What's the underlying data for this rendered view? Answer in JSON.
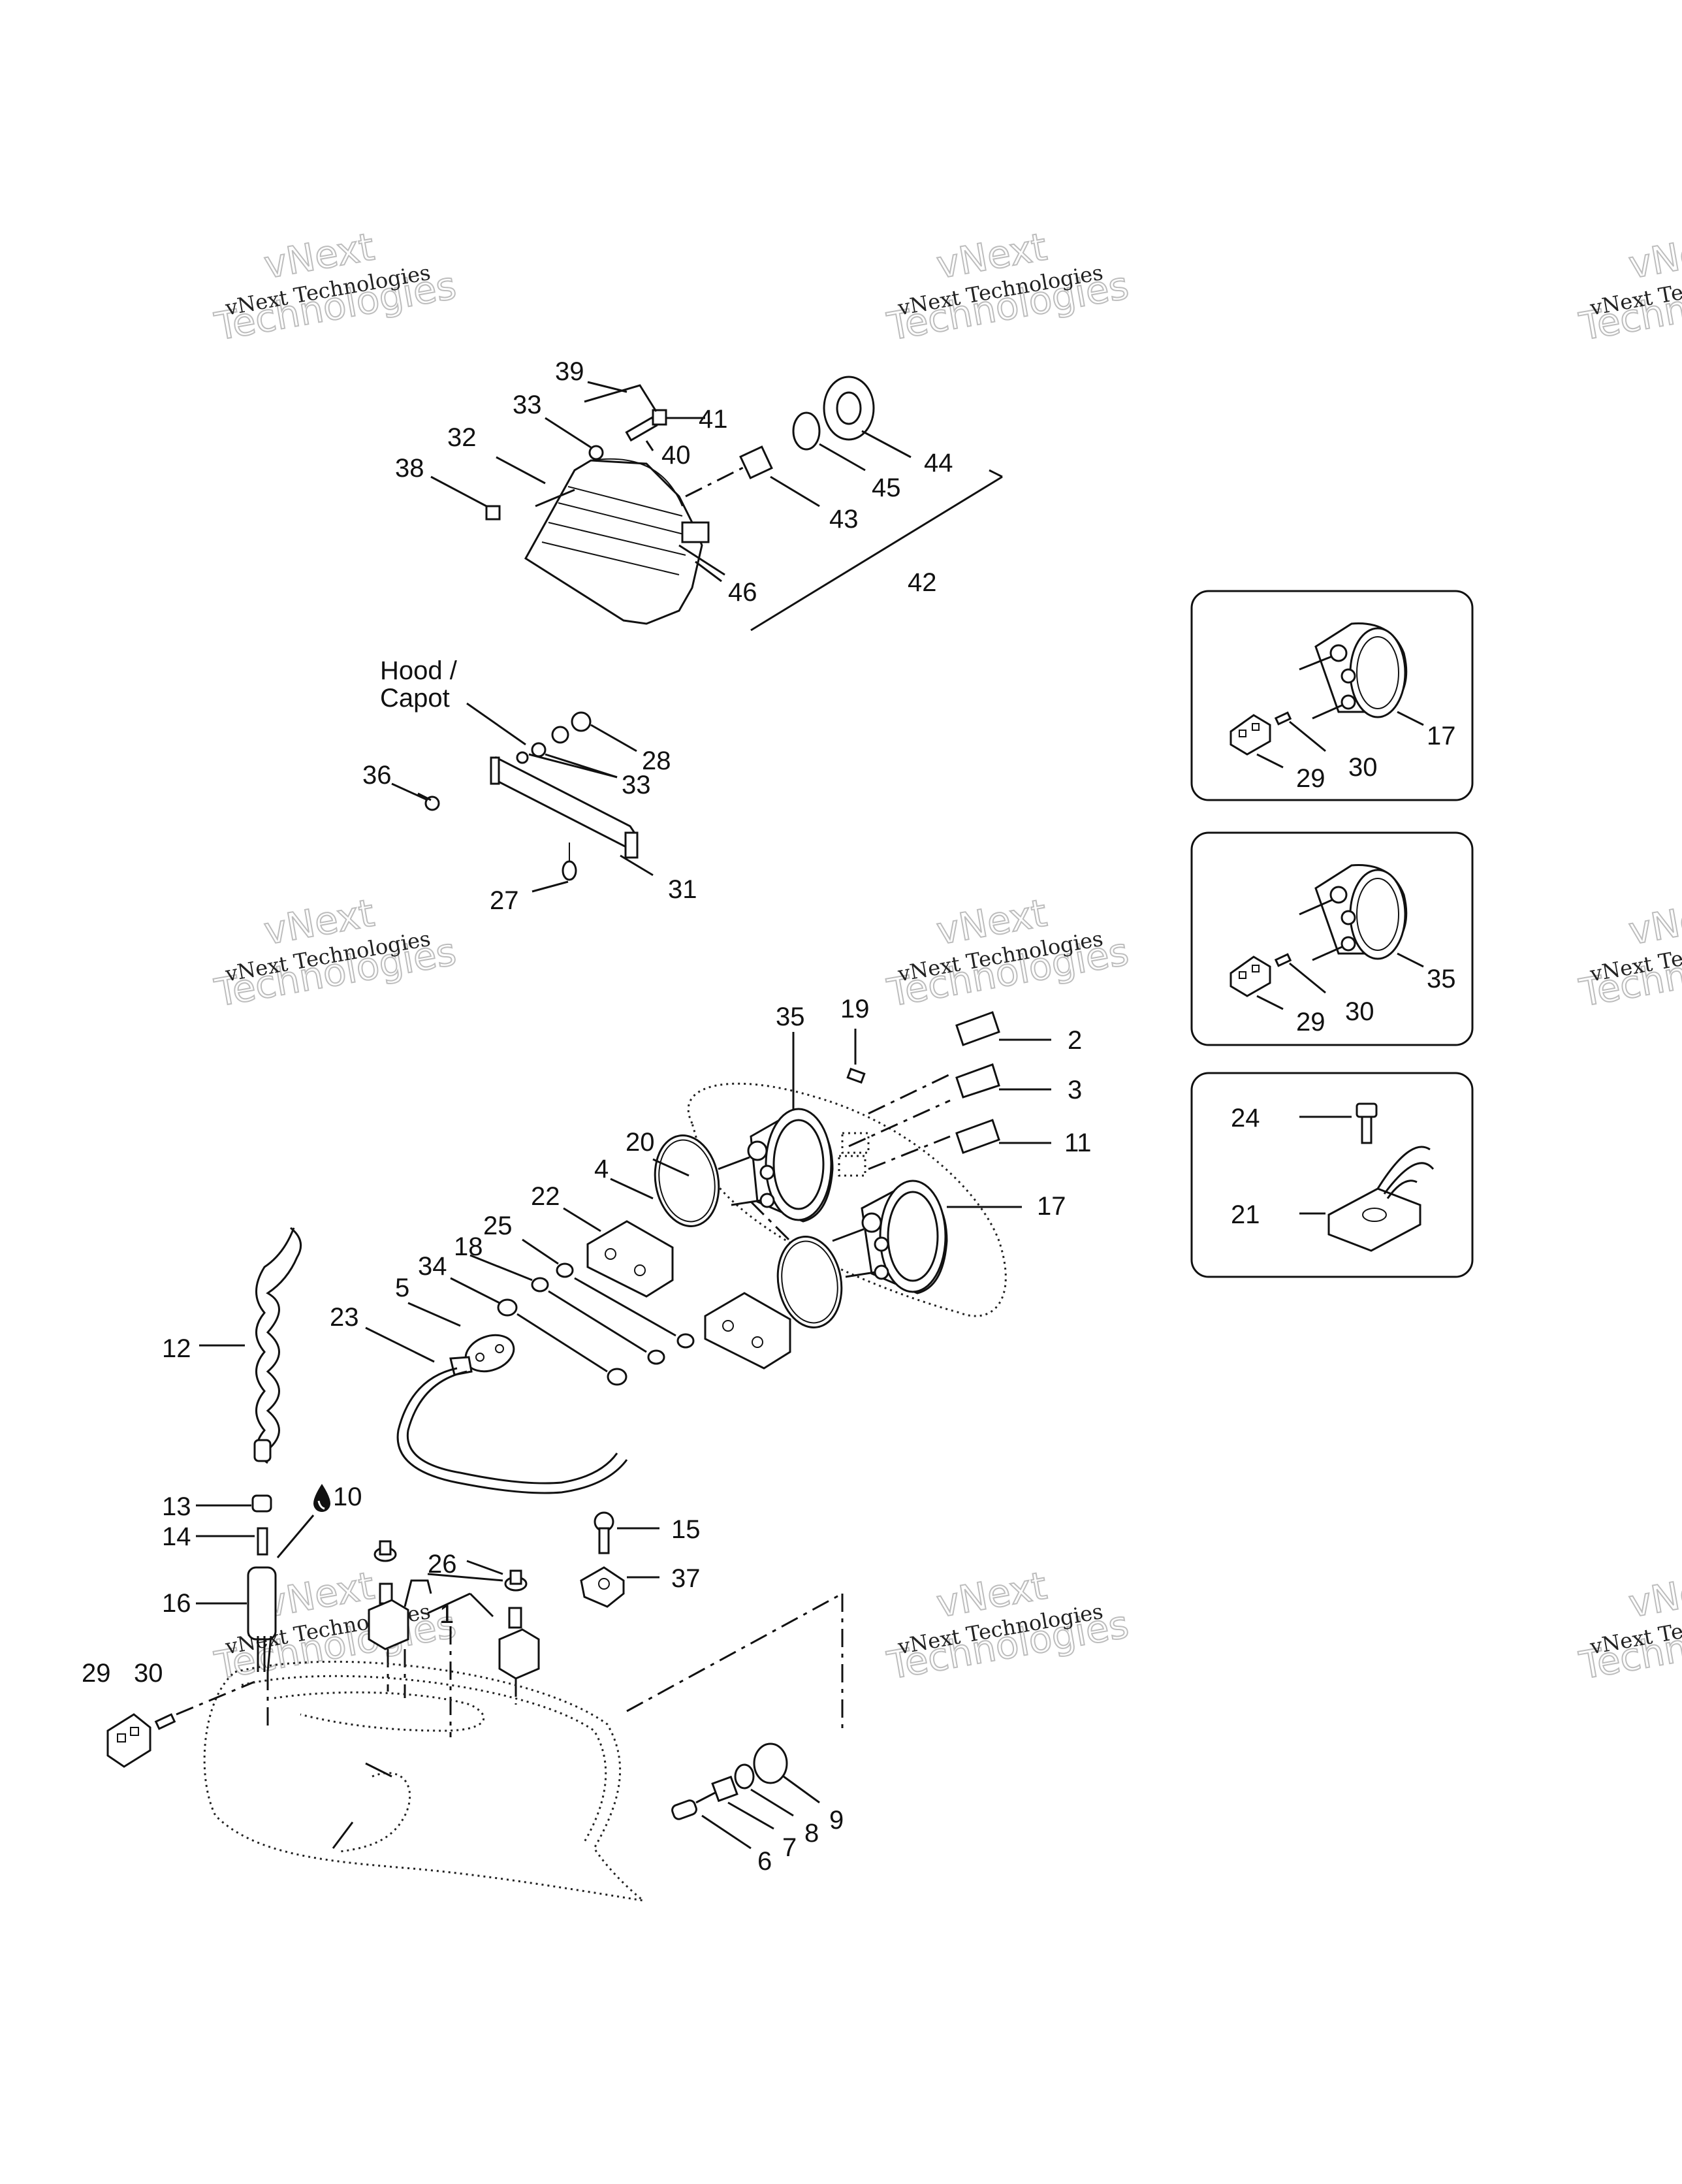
{
  "watermark": {
    "line1": "vNext Technologies",
    "line2": "vNext",
    "line3": "Technologies"
  },
  "hood_note": {
    "line1": "Hood /",
    "line2": "Capot"
  },
  "callouts": {
    "c1": "1",
    "c2": "2",
    "c3": "3",
    "c4": "4",
    "c5": "5",
    "c6": "6",
    "c7": "7",
    "c8": "8",
    "c9": "9",
    "c10": "10",
    "c11": "11",
    "c12": "12",
    "c13": "13",
    "c14": "14",
    "c15": "15",
    "c16": "16",
    "c17": "17",
    "c18": "18",
    "c19": "19",
    "c20": "20",
    "c21": "21",
    "c22": "22",
    "c23": "23",
    "c24": "24",
    "c25": "25",
    "c26": "26",
    "c27": "27",
    "c28": "28",
    "c29": "29",
    "c30": "30",
    "c31": "31",
    "c32": "32",
    "c33": "33",
    "c34": "34",
    "c35": "35",
    "c36": "36",
    "c37": "37",
    "c38": "38",
    "c39": "39",
    "c40": "40",
    "c41": "41",
    "c42": "42",
    "c43": "43",
    "c44": "44",
    "c45": "45",
    "c46": "46"
  },
  "inset_tach": {
    "c17": "17",
    "c29": "29",
    "c30": "30"
  },
  "inset_speedo": {
    "c35": "35",
    "c29": "29",
    "c30": "30"
  },
  "inset_regulator": {
    "c24": "24",
    "c21": "21"
  },
  "icons": {
    "fluid": "oil-drop-icon"
  }
}
